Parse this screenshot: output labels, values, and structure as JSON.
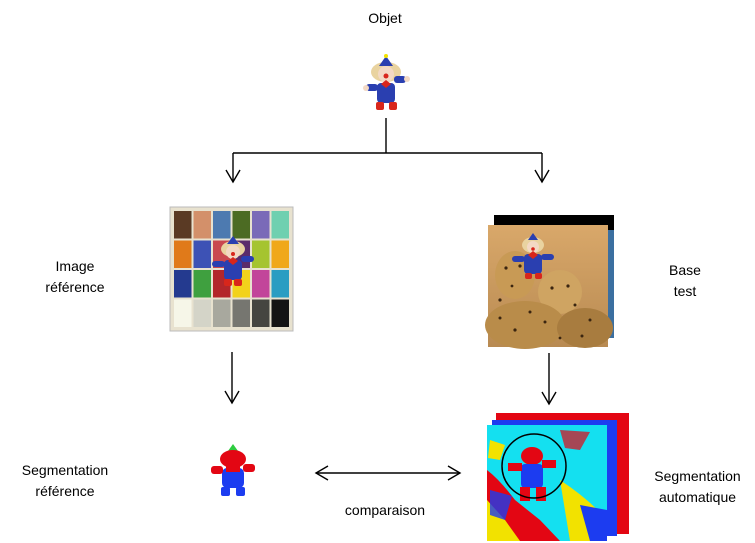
{
  "labels": {
    "objet": "Objet",
    "image_reference": [
      "Image",
      "référence"
    ],
    "base_test": [
      "Base",
      "test"
    ],
    "segmentation_reference": [
      "Segmentation",
      "référence"
    ],
    "segmentation_automatique": [
      "Segmentation",
      "automatique"
    ],
    "comparaison": "comparaison"
  },
  "colors": {
    "clown_blue": "#2a3fb0",
    "clown_red": "#d8261b",
    "seg_red": "#e30613",
    "seg_cyan": "#14e0f0",
    "seg_blue": "#1c3cf0",
    "seg_yellow": "#f2e200"
  },
  "checker_colors": [
    [
      "#5a3a24",
      "#d3906a",
      "#4d7ab0",
      "#4c6b23",
      "#7a6ab8",
      "#6fd0b0"
    ],
    [
      "#e07a1a",
      "#3d52b5",
      "#c9484f",
      "#5b2d6b",
      "#a5c430",
      "#f0a81a"
    ],
    [
      "#243a8f",
      "#3fa03f",
      "#b3262a",
      "#f2d21b",
      "#c2459a",
      "#2a9dc2"
    ],
    [
      "#f6f6e8",
      "#d4d4c8",
      "#a8a89e",
      "#767670",
      "#454540",
      "#141414"
    ]
  ]
}
